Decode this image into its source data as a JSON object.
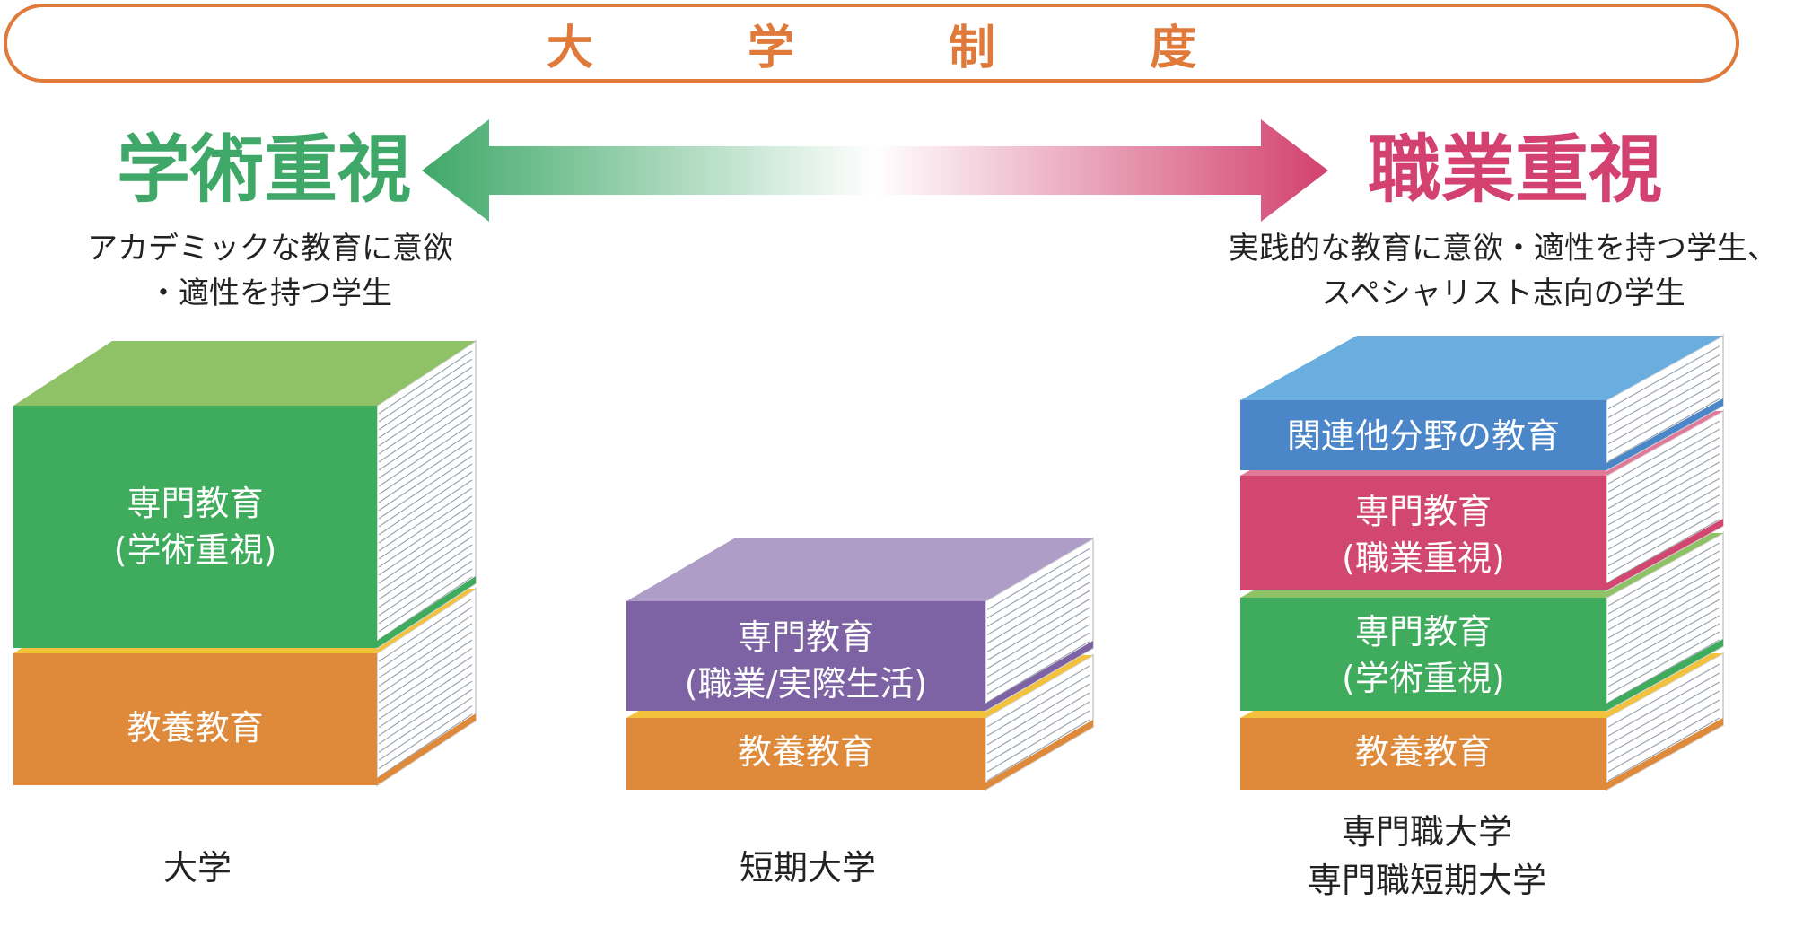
{
  "title": "大　学　制　度",
  "left_heading": "学術重視",
  "right_heading": "職業重視",
  "left_desc": [
    "アカデミックな教育に意欲",
    "・適性を持つ学生"
  ],
  "right_desc": [
    "実践的な教育に意欲・適性を持つ学生、",
    "スペシャリスト志向の学生"
  ],
  "stacks": {
    "university": {
      "caption": "大学",
      "books": [
        {
          "label": [
            "専門教育",
            "(学術重視)"
          ],
          "color": "#3fab5c",
          "top_color": "#8fc266"
        },
        {
          "label": [
            "教養教育"
          ],
          "color": "#de8a3a",
          "top_color": "#f2c23c"
        }
      ]
    },
    "junior_college": {
      "caption": "短期大学",
      "books": [
        {
          "label": [
            "専門教育",
            "(職業/実際生活)"
          ],
          "color": "#7d63a3",
          "top_color": "#ae9dc7"
        },
        {
          "label": [
            "教養教育"
          ],
          "color": "#de8a3a",
          "top_color": "#f2c23c"
        }
      ]
    },
    "professional": {
      "caption": [
        "専門職大学",
        "専門職短期大学"
      ],
      "books": [
        {
          "label": [
            "関連他分野の教育"
          ],
          "color": "#4a86c8",
          "top_color": "#6aaee0"
        },
        {
          "label": [
            "専門教育",
            "(職業重視)"
          ],
          "color": "#d2476f",
          "top_color": "#e07a98"
        },
        {
          "label": [
            "専門教育",
            "(学術重視)"
          ],
          "color": "#3fab5c",
          "top_color": "#8fc266"
        },
        {
          "label": [
            "教養教育"
          ],
          "color": "#de8a3a",
          "top_color": "#f2c23c"
        }
      ]
    }
  },
  "colors": {
    "orange": "#e07a3a",
    "green": "#3fa868",
    "pink": "#d2416f"
  }
}
